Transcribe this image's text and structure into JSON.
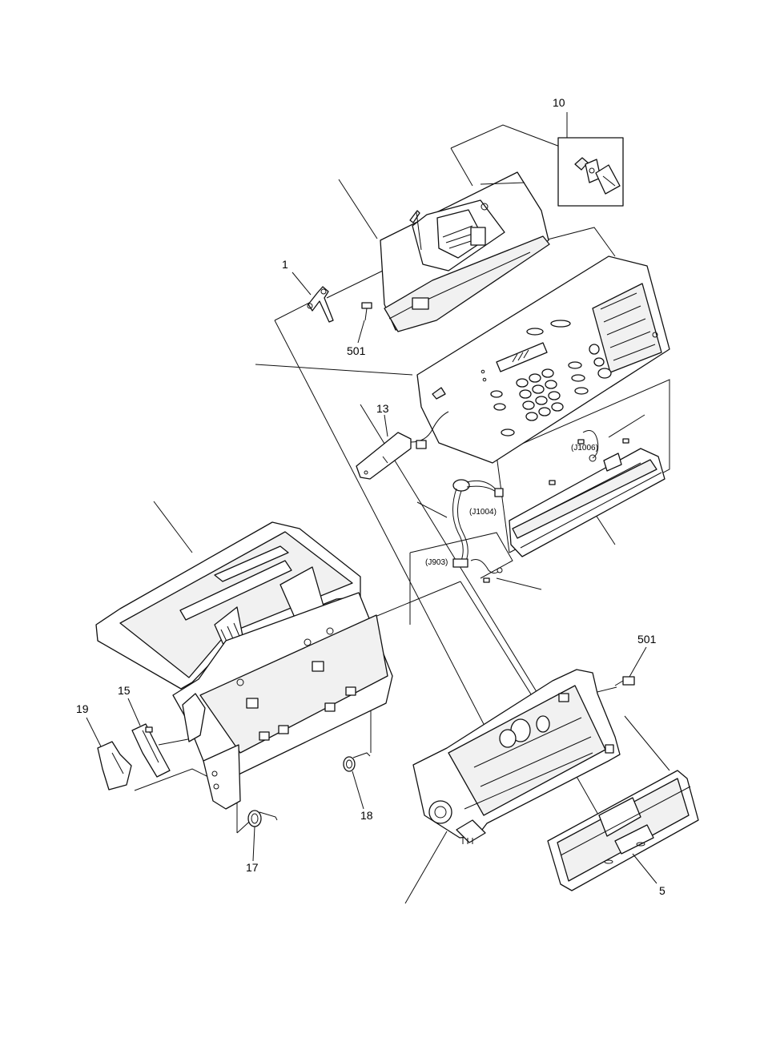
{
  "callouts": {
    "c1": "1",
    "c5": "5",
    "c10": "10",
    "c13": "13",
    "c15": "15",
    "c17": "17",
    "c18": "18",
    "c19": "19",
    "c501a": "501",
    "c501b": "501"
  },
  "connectors": {
    "j1006": "(J1006)",
    "j1004": "(J1004)",
    "j903": "(J903)"
  }
}
